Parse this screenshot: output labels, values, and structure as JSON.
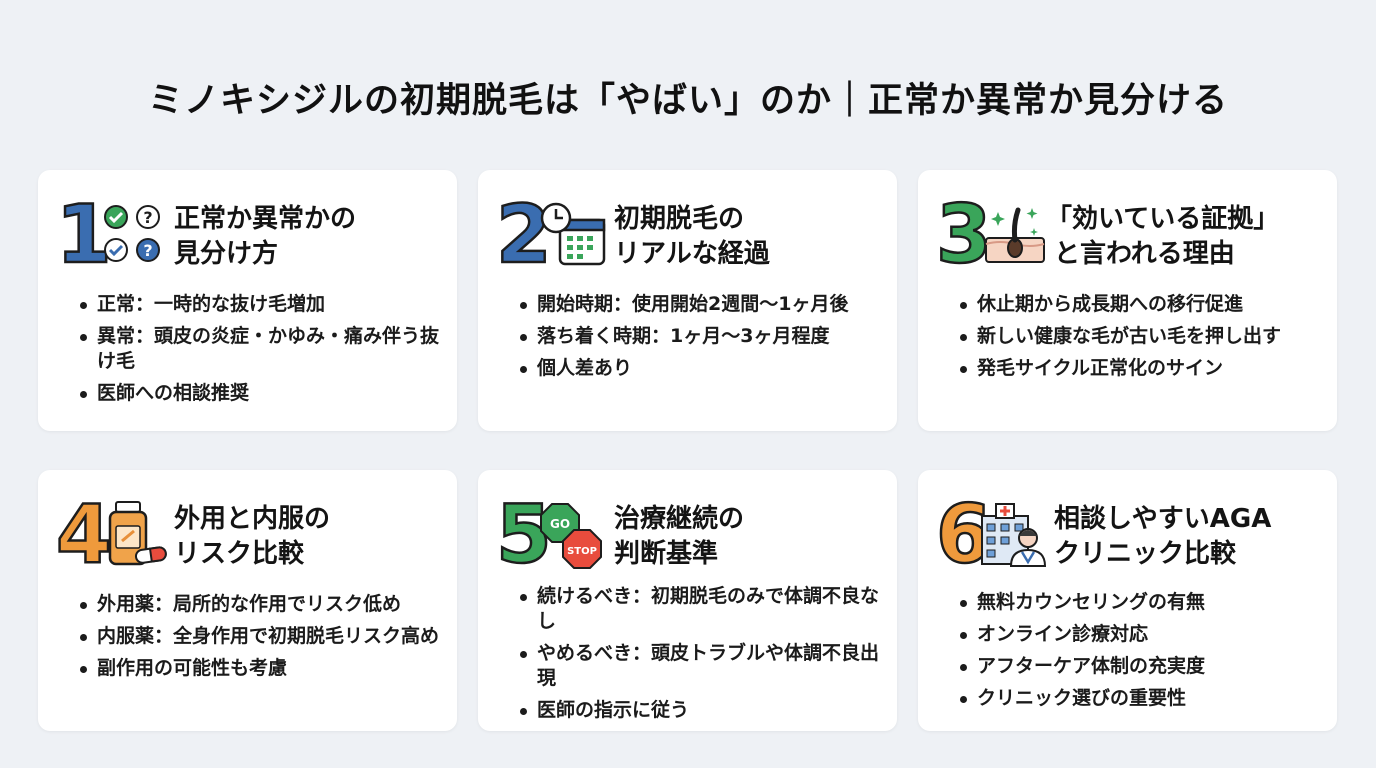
{
  "title": "ミノキシジルの初期脱毛は「やばい」のか｜正常か異常か見分ける",
  "colors": {
    "blue": "#3a6db0",
    "green": "#3aa55a",
    "orange": "#ef9a3c",
    "background": "#eef1f5",
    "card": "#ffffff"
  },
  "cards": [
    {
      "number": "1",
      "icon": "check-question-icon",
      "heading_line1": "正常か異常かの",
      "heading_line2": "見分け方",
      "items": [
        "正常：一時的な抜け毛増加",
        "異常：頭皮の炎症・かゆみ・痛み伴う抜け毛",
        "医師への相談推奨"
      ]
    },
    {
      "number": "2",
      "icon": "clock-calendar-icon",
      "heading_line1": "初期脱毛の",
      "heading_line2": "リアルな経過",
      "items": [
        "開始時期：使用開始2週間〜1ヶ月後",
        "落ち着く時期：1ヶ月〜3ヶ月程度",
        "個人差あり"
      ]
    },
    {
      "number": "3",
      "icon": "hair-follicle-icon",
      "heading_line1": "「効いている証拠」",
      "heading_line2": "と言われる理由",
      "items": [
        "休止期から成長期への移行促進",
        "新しい健康な毛が古い毛を押し出す",
        "発毛サイクル正常化のサイン"
      ]
    },
    {
      "number": "4",
      "icon": "medicine-bottle-icon",
      "heading_line1": "外用と内服の",
      "heading_line2": "リスク比較",
      "items": [
        "外用薬：局所的な作用でリスク低め",
        "内服薬：全身作用で初期脱毛リスク高め",
        "副作用の可能性も考慮"
      ]
    },
    {
      "number": "5",
      "icon": "go-stop-sign-icon",
      "sign_go": "GO",
      "sign_stop": "STOP",
      "heading_line1": "治療継続の",
      "heading_line2": "判断基準",
      "items": [
        "続けるべき：初期脱毛のみで体調不良なし",
        "やめるべき：頭皮トラブルや体調不良出現",
        "医師の指示に従う"
      ]
    },
    {
      "number": "6",
      "icon": "clinic-doctor-icon",
      "heading_line1": "相談しやすいAGA",
      "heading_line2": "クリニック比較",
      "items": [
        "無料カウンセリングの有無",
        "オンライン診療対応",
        "アフターケア体制の充実度",
        "クリニック選びの重要性"
      ]
    }
  ]
}
